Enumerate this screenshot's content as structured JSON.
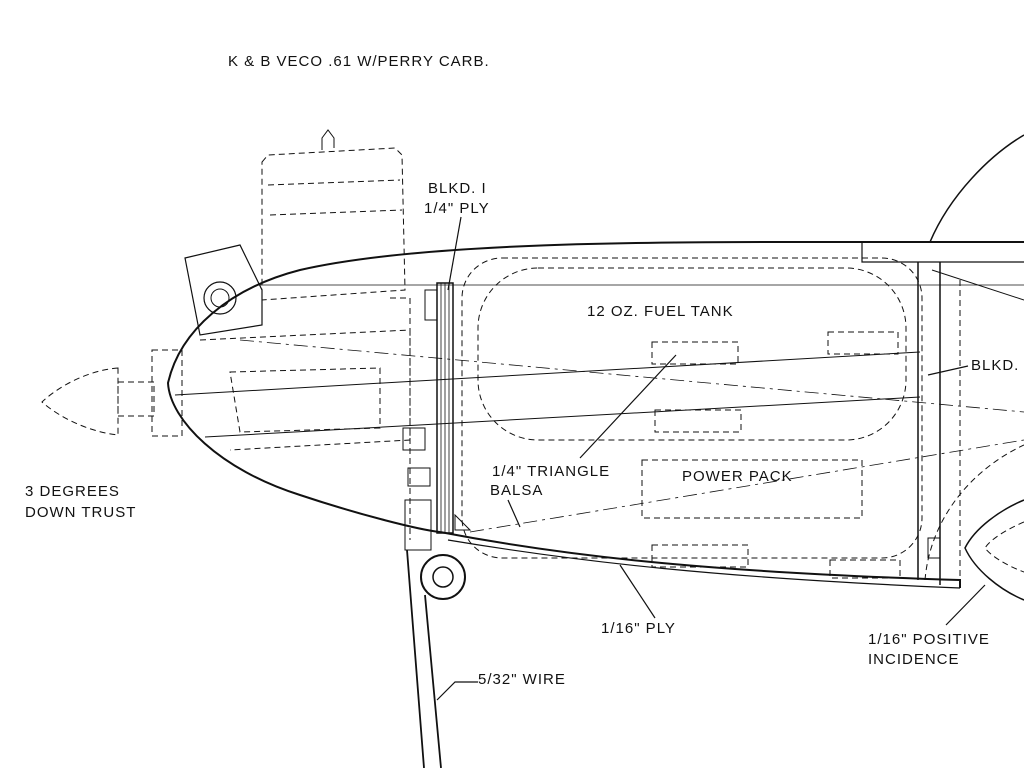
{
  "labels": {
    "engine": "K & B  VECO .61 W/PERRY CARB.",
    "bulkhead1_line1": "BLKD. I",
    "bulkhead1_line2": "1/4\" PLY",
    "fuel_tank": "12 OZ. FUEL TANK",
    "bulkhead_right": "BLKD.",
    "triangle_line1": "1/4\" TRIANGLE",
    "triangle_line2": "BALSA",
    "power_pack": "POWER PACK",
    "downthrust_line1": "3 DEGREES",
    "downthrust_line2": "DOWN TRUST",
    "ply_bottom": "1/16\" PLY",
    "incidence_line1": "1/16\" POSITIVE",
    "incidence_line2": "INCIDENCE",
    "wire": "5/32\" WIRE"
  }
}
